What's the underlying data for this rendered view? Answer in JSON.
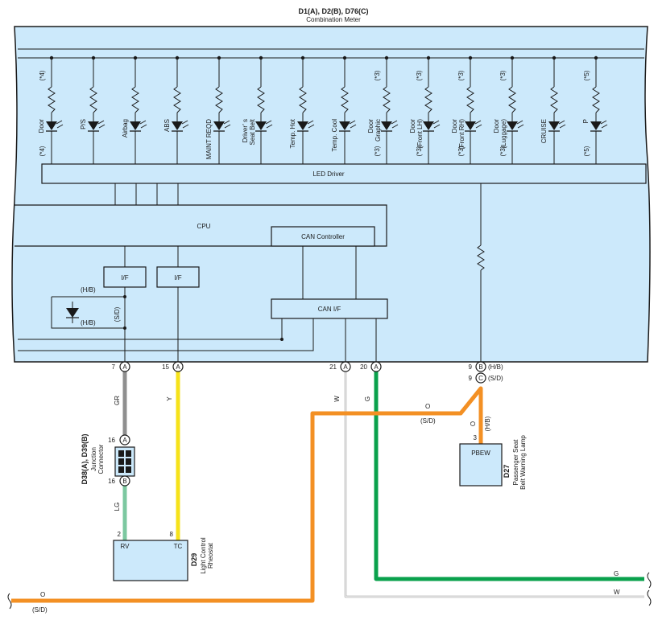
{
  "meter": {
    "code": "D1(A), D2(B), D76(C)",
    "name": "Combination Meter"
  },
  "indicators": [
    {
      "label1": "Door",
      "label2": "",
      "note_top": "(*4)",
      "note_bottom": "(*4)"
    },
    {
      "label1": "P/S",
      "label2": "",
      "note_top": "",
      "note_bottom": ""
    },
    {
      "label1": "Airbag",
      "label2": "",
      "note_top": "",
      "note_bottom": ""
    },
    {
      "label1": "ABS",
      "label2": "",
      "note_top": "",
      "note_bottom": ""
    },
    {
      "label1": "MAINT REQD",
      "label2": "",
      "note_top": "",
      "note_bottom": ""
    },
    {
      "label1": "Driver’ s",
      "label2": "Seat Belt",
      "note_top": "",
      "note_bottom": ""
    },
    {
      "label1": "Temp.  Hot",
      "label2": "",
      "note_top": "",
      "note_bottom": ""
    },
    {
      "label1": "Temp.  Cool",
      "label2": "",
      "note_top": "",
      "note_bottom": ""
    },
    {
      "label1": "Door",
      "label2": "Graphic",
      "note_top": "(*3)",
      "note_bottom": "(*3)"
    },
    {
      "label1": "Door",
      "label2": "(Front LH)",
      "note_top": "(*3)",
      "note_bottom": "(*3)"
    },
    {
      "label1": "Door",
      "label2": "(Front RH)",
      "note_top": "(*3)",
      "note_bottom": "(*3)"
    },
    {
      "label1": "Door",
      "label2": "(Luggage)",
      "note_top": "(*3)",
      "note_bottom": "(*3)"
    },
    {
      "label1": "CRUISE",
      "label2": "",
      "note_top": "",
      "note_bottom": ""
    },
    {
      "label1": "P",
      "label2": "",
      "note_top": "(*5)",
      "note_bottom": "(*5)"
    }
  ],
  "blocks": {
    "led_driver": "LED Driver",
    "cpu": "CPU",
    "can_controller": "CAN Controller",
    "if1": "I/F",
    "if2": "I/F",
    "can_if": "CAN I/F"
  },
  "internal_labels": {
    "hb_top": "(H/B)",
    "hb_bottom": "(H/B)",
    "sd": "(S/D)"
  },
  "pins": {
    "p7": {
      "num": "7",
      "conn": "A"
    },
    "p15": {
      "num": "15",
      "conn": "A"
    },
    "p21": {
      "num": "21",
      "conn": "A"
    },
    "p20": {
      "num": "20",
      "conn": "A"
    },
    "p9b": {
      "num": "9",
      "conn": "B",
      "note": "(H/B)"
    },
    "p9c": {
      "num": "9",
      "conn": "C",
      "note": "(S/D)"
    }
  },
  "wires": {
    "gr": "GR",
    "y": "Y",
    "w": "W",
    "g": "G",
    "o": "O",
    "sd": "(S/D)",
    "lg": "LG",
    "o2": "O",
    "hb": "(H/B)",
    "g_right": "G",
    "w_right": "W",
    "o_left": "O",
    "sd_left": "(S/D)"
  },
  "junction": {
    "code": "D38(A), D39(B)",
    "name1": "Junction",
    "name2": "Connector",
    "pin_a": "16",
    "conn_a": "A",
    "pin_b": "16",
    "conn_b": "B"
  },
  "rheostat": {
    "code": "D29",
    "name1": "Light Control",
    "name2": "Rheostat",
    "term_rv": "RV",
    "term_tc": "TC",
    "pin_rv": "2",
    "pin_tc": "8"
  },
  "pbew": {
    "code": "D27",
    "name1": "Passenger Seat",
    "name2": "Belt Warning Lamp",
    "label": "PBEW",
    "pin": "3"
  },
  "colors": {
    "panel": "#cce9fb",
    "frame": "#1a1a1a",
    "wire_gr": "#8f8f8f",
    "wire_y": "#f6e21a",
    "wire_lg": "#7cc8a0",
    "wire_g": "#0aa14c",
    "wire_o": "#f39024",
    "wire_w": "#cfcfcf"
  }
}
